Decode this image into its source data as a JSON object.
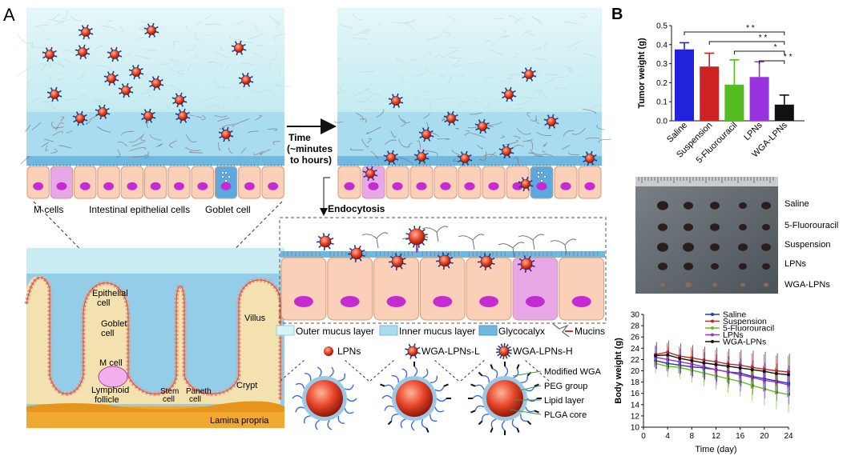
{
  "panels": {
    "a": "A",
    "b": "B"
  },
  "colors": {
    "mucus_outer": "#d6f3f6",
    "mucus_inner": "#a9dcef",
    "glycocalyx": "#6fb8e0",
    "cell_fill": "#fbd0b8",
    "cell_stroke": "#d79a7c",
    "nucleus": "#c42bd1",
    "goblet": "#5aa9e0",
    "mcell": "#e8a8e8",
    "villus": "#f3e2b0",
    "lamina": "#f0a830",
    "particle": "#e8452a",
    "wga_blue": "#1a3c9c"
  },
  "top_left": {
    "labels": [
      "M cells",
      "Intestinal epithelial cells",
      "Goblet cell"
    ]
  },
  "arrow": {
    "line1": "Time",
    "line2": "(~minutes",
    "line3": "to hours)"
  },
  "endocytosis": "Endocytosis",
  "villus_diagram": {
    "labels": {
      "epithelial": [
        "Epithelial",
        "cell"
      ],
      "goblet": [
        "Goblet",
        "cell"
      ],
      "villus": "Villus",
      "crypt": "Crypt",
      "mcell": "M cell",
      "lymphoid": [
        "Lymphoid",
        "follicle"
      ],
      "stem": [
        "Stem",
        "cell"
      ],
      "paneth": [
        "Paneth",
        "cell"
      ],
      "lamina": "Lamina propria"
    }
  },
  "legend": {
    "outer": "Outer mucus layer",
    "inner": "Inner mucus layer",
    "glyco": "Glycocalyx",
    "mucins": "Mucins",
    "lpns": "LPNs",
    "wga_l": "WGA-LPNs-L",
    "wga_h": "WGA-LPNs-H"
  },
  "particle_labels": [
    "Modified WGA",
    "PEG group",
    "Lipid layer",
    "PLGA core"
  ],
  "photo": {
    "rows": [
      "Saline",
      "5-Fluorouracil",
      "Suspension",
      "LPNs",
      "WGA-LPNs"
    ]
  },
  "chart_data": [
    {
      "type": "bar",
      "ylabel": "Tumor weight (g)",
      "ylim": [
        0,
        0.5
      ],
      "yticks": [
        "0.0",
        "0.1",
        "0.2",
        "0.3",
        "0.4",
        "0.5"
      ],
      "categories": [
        "Saline",
        "Suspension",
        "5-Fluorouracil",
        "LPNs",
        "WGA-LPNs"
      ],
      "values": [
        0.375,
        0.285,
        0.19,
        0.23,
        0.085
      ],
      "errors": [
        0.035,
        0.07,
        0.13,
        0.08,
        0.05
      ],
      "colors": [
        "#2222dd",
        "#cc2222",
        "#55bb22",
        "#9933dd",
        "#111111"
      ],
      "significance": [
        "* *",
        "* *",
        "*",
        "* *"
      ]
    },
    {
      "type": "line",
      "xlabel": "Time (day)",
      "ylabel": "Body weight (g)",
      "xlim": [
        0,
        24
      ],
      "ylim": [
        10,
        30
      ],
      "xticks": [
        "0",
        "4",
        "8",
        "12",
        "16",
        "20",
        "24"
      ],
      "yticks": [
        "10",
        "12",
        "14",
        "16",
        "18",
        "20",
        "22",
        "24",
        "26",
        "28",
        "30"
      ],
      "x": [
        2,
        4,
        6,
        8,
        10,
        12,
        14,
        16,
        18,
        20,
        22,
        24
      ],
      "series": [
        {
          "name": "Saline",
          "color": "#2233cc",
          "values": [
            21.8,
            21.3,
            21.0,
            20.7,
            20.5,
            20.2,
            19.8,
            19.6,
            19.0,
            18.6,
            18.2,
            17.8
          ]
        },
        {
          "name": "Suspension",
          "color": "#cc2222",
          "values": [
            22.9,
            23.3,
            22.6,
            22.3,
            21.9,
            21.6,
            21.2,
            21.0,
            20.6,
            20.3,
            20.0,
            19.8
          ]
        },
        {
          "name": "5-Fluorouracil",
          "color": "#66bb22",
          "values": [
            21.3,
            20.8,
            20.6,
            20.1,
            19.6,
            19.1,
            18.6,
            18.1,
            17.4,
            16.8,
            16.2,
            15.8
          ]
        },
        {
          "name": "LPNs",
          "color": "#9933cc",
          "values": [
            22.4,
            22.0,
            21.6,
            21.2,
            20.7,
            20.2,
            19.8,
            19.3,
            18.8,
            18.3,
            18.0,
            17.5
          ]
        },
        {
          "name": "WGA-LPNs",
          "color": "#111111",
          "values": [
            22.7,
            22.8,
            22.2,
            21.8,
            21.4,
            21.1,
            20.8,
            20.5,
            20.2,
            19.9,
            19.5,
            19.3
          ]
        }
      ]
    }
  ]
}
